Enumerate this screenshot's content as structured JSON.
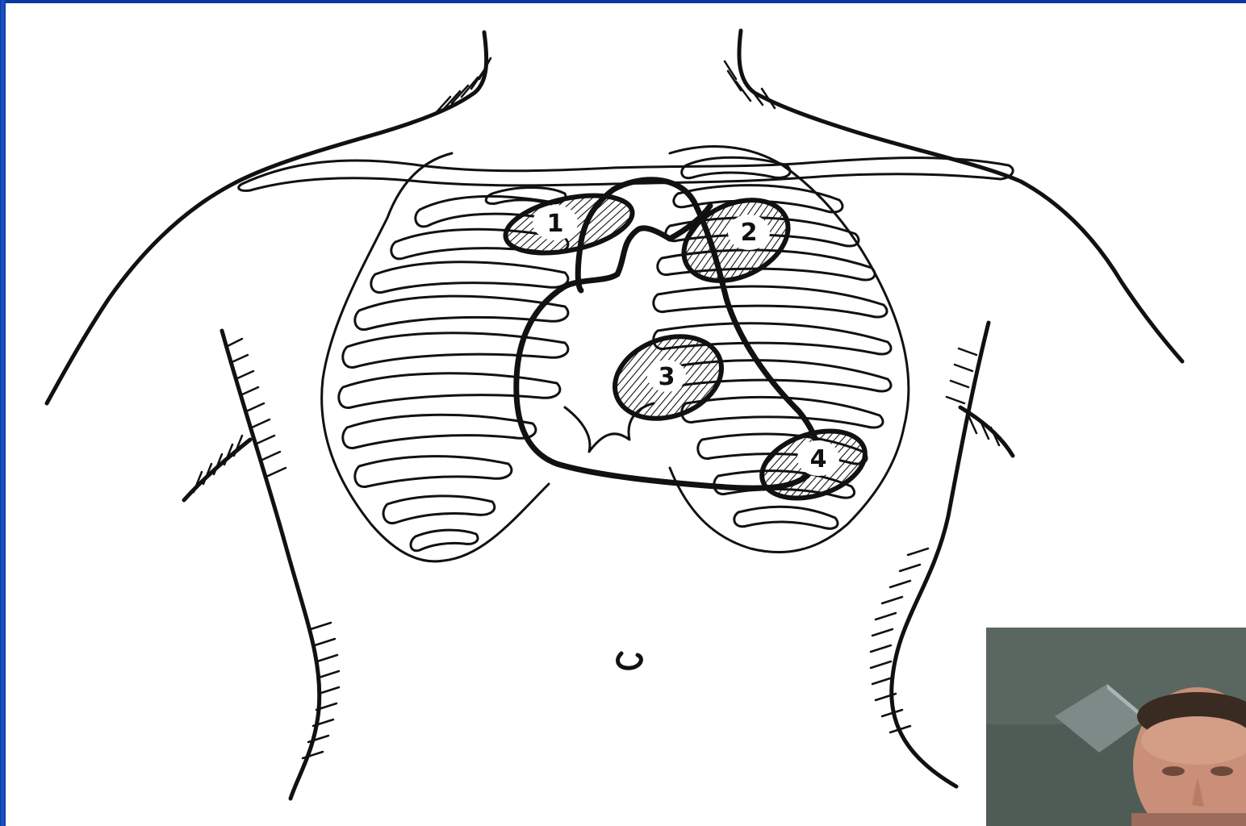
{
  "slide": {
    "markers": [
      {
        "id": "1",
        "label": "1"
      },
      {
        "id": "2",
        "label": "2"
      },
      {
        "id": "3",
        "label": "3"
      },
      {
        "id": "4",
        "label": "4"
      }
    ]
  },
  "colors": {
    "frame": "#0b3aa0",
    "canvas": "#ffffff",
    "ink": "#111111"
  },
  "webcam": {
    "icon": "presenter-video-thumbnail"
  }
}
